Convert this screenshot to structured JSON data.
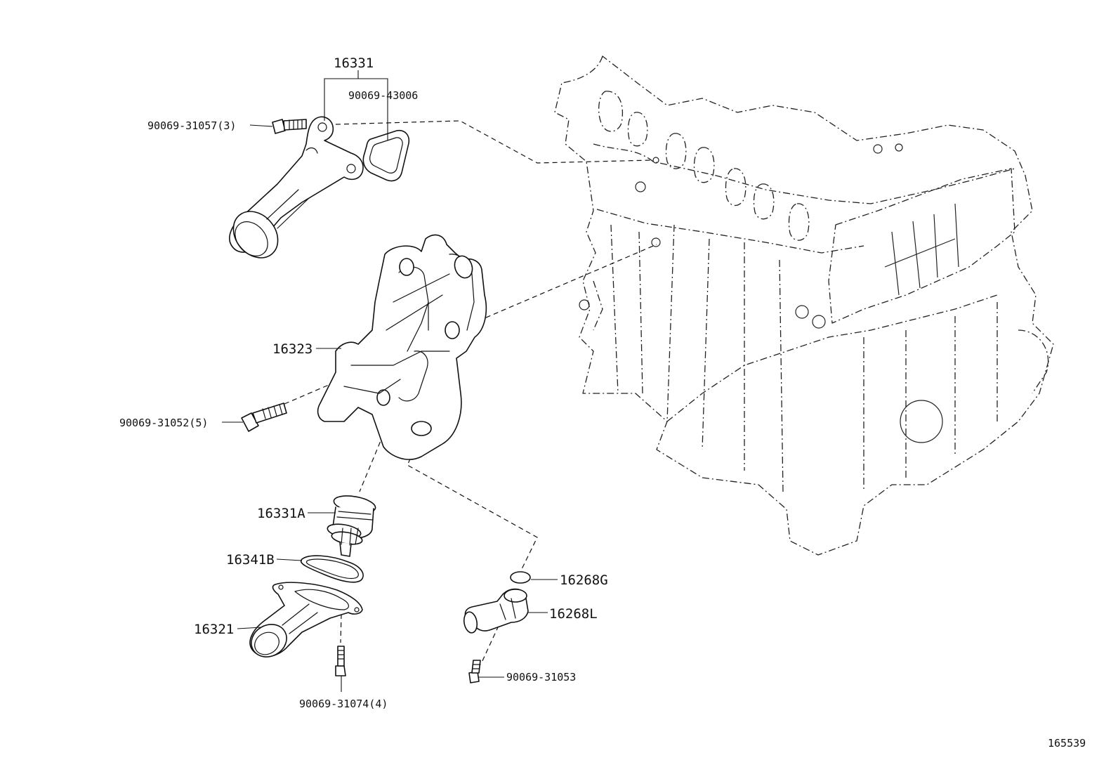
{
  "diagram": {
    "figure_number": "165539",
    "labels": {
      "thermostat_outlet": "16331",
      "gasket_upper": "90069-43006",
      "bolt_upper": "90069-31057(3)",
      "housing": "16323",
      "bolt_housing": "90069-31052(5)",
      "thermostat": "16331A",
      "gasket_thermostat": "16341B",
      "water_inlet": "16321",
      "bolt_inlet": "90069-31074(4)",
      "o_ring": "16268G",
      "water_pipe": "16268L",
      "bolt_pipe": "90069-31053"
    }
  }
}
